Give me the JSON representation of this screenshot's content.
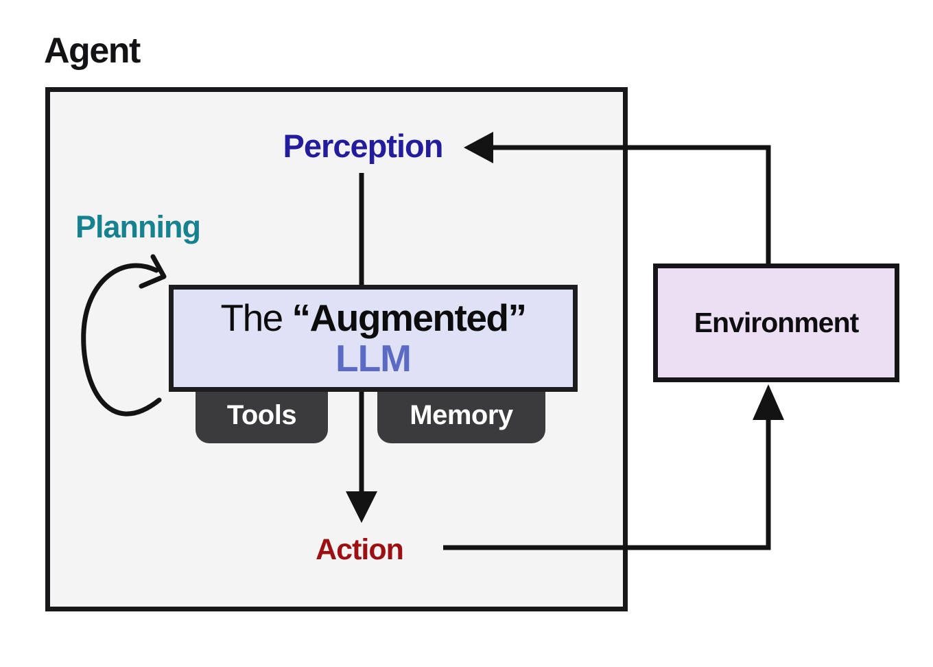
{
  "title": {
    "agent": "Agent"
  },
  "nodes": {
    "perception": "Perception",
    "planning": "Planning",
    "action": "Action",
    "environment": "Environment"
  },
  "llm": {
    "line1_prefix": "The ",
    "line1_emphasis": "“Augmented”",
    "line2": "LLM"
  },
  "attachments": {
    "tools": "Tools",
    "memory": "Memory"
  },
  "edges": [
    {
      "from": "environment",
      "to": "perception",
      "arrow": true
    },
    {
      "from": "perception",
      "to": "llm",
      "arrow": false
    },
    {
      "from": "llm",
      "to": "action",
      "arrow": true
    },
    {
      "from": "action",
      "to": "environment",
      "arrow": true
    },
    {
      "from": "planning",
      "to": "planning",
      "arrow": true,
      "style": "self-loop"
    }
  ],
  "colors": {
    "perception_text": "#231c9d",
    "planning_text": "#16818f",
    "action_text": "#9c1013",
    "llm_text": "#5b6ac3",
    "llm_box_fill": "#dfe2f6",
    "environment_box_fill": "#ecdef3",
    "agent_box_fill": "#f4f4f5",
    "attachment_tab_fill": "#3b3b3d",
    "attachment_tab_text": "#ffffff",
    "line": "#131313"
  }
}
